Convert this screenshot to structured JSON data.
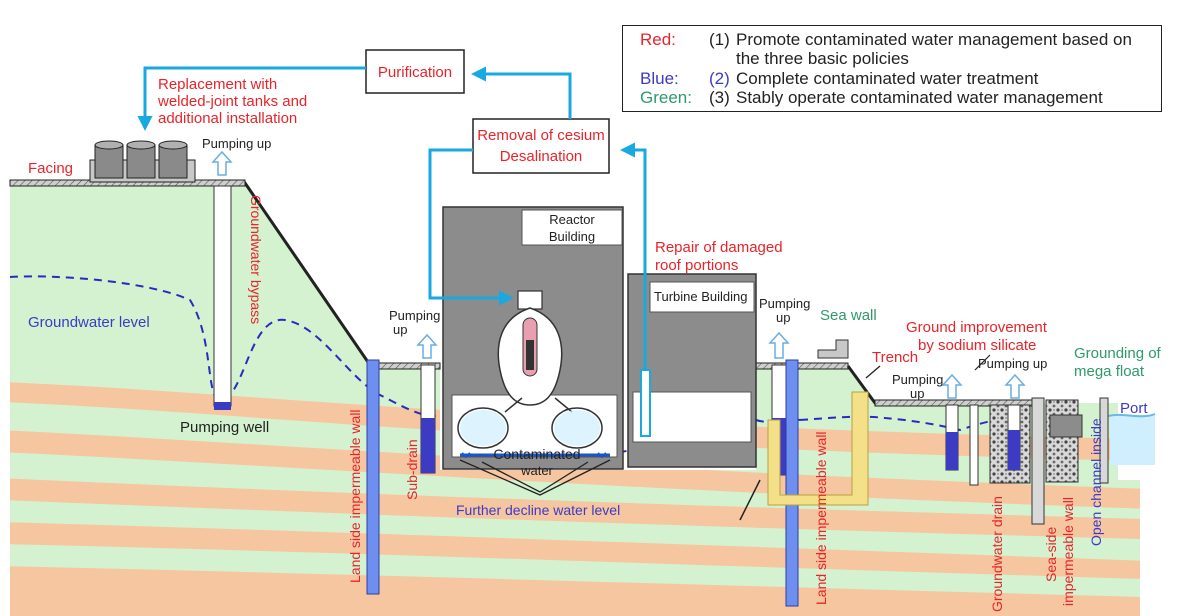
{
  "colors": {
    "red": "#e8242a",
    "blue": "#3b3bc4",
    "green": "#2e9a6a",
    "ground": "#d4f2cf",
    "ground_stripe": "#f6c6a0",
    "arrow": "#17a9e0",
    "wall": "#6f8ff0",
    "building": "#8c8c8c",
    "sea": "#cfefff"
  },
  "legend": {
    "rows": [
      {
        "key": "Red:",
        "num": "(1)",
        "text": "Promote contaminated water management based on",
        "text2": "the three basic policies"
      },
      {
        "key": "Blue:",
        "num": "(2)",
        "text": "Complete contaminated water treatment"
      },
      {
        "key": "Green:",
        "num": "(3)",
        "text": "Stably operate contaminated water management"
      }
    ]
  },
  "labels": {
    "purification": "Purification",
    "removal_line1": "Removal of cesium",
    "removal_line2": "Desalination",
    "replacement_line1": "Replacement with",
    "replacement_line2": "welded-joint tanks and",
    "replacement_line3": "additional installation",
    "facing": "Facing",
    "pumping_up_top": "Pumping up",
    "groundwater_bypass": "Groundwater bypass",
    "groundwater_level": "Groundwater level",
    "pumping_well": "Pumping well",
    "land_wall_left": "Land side impermeable wall",
    "pumping_up_subdrain_1": "Pumping",
    "pumping_up_subdrain_2": "up",
    "sub_drain": "Sub-drain",
    "reactor_line1": "Reactor",
    "reactor_line2": "Building",
    "contaminated_line1": "Contaminated",
    "contaminated_line2": "water",
    "further_decline": "Further decline water level",
    "turbine": "Turbine Building",
    "repair_line1": "Repair of damaged",
    "repair_line2": "roof portions",
    "pumping_up_mid_1": "Pumping",
    "pumping_up_mid_2": "up",
    "land_wall_right": "Land side impermeable wall",
    "sea_wall": "Sea wall",
    "trench": "Trench",
    "ground_line1": "Ground improvement",
    "ground_line2": "by sodium silicate",
    "pumping_up_r1_1": "Pumping",
    "pumping_up_r1_2": "up",
    "pumping_up_r2": "Pumping up",
    "grounding_line1": "Grounding of",
    "grounding_line2": "mega float",
    "port": "Port",
    "groundwater_drain": "Groundwater drain",
    "seaside_line1": "Sea-side",
    "seaside_line2": "impermeable wall",
    "open_channel": "Open channel inside"
  }
}
